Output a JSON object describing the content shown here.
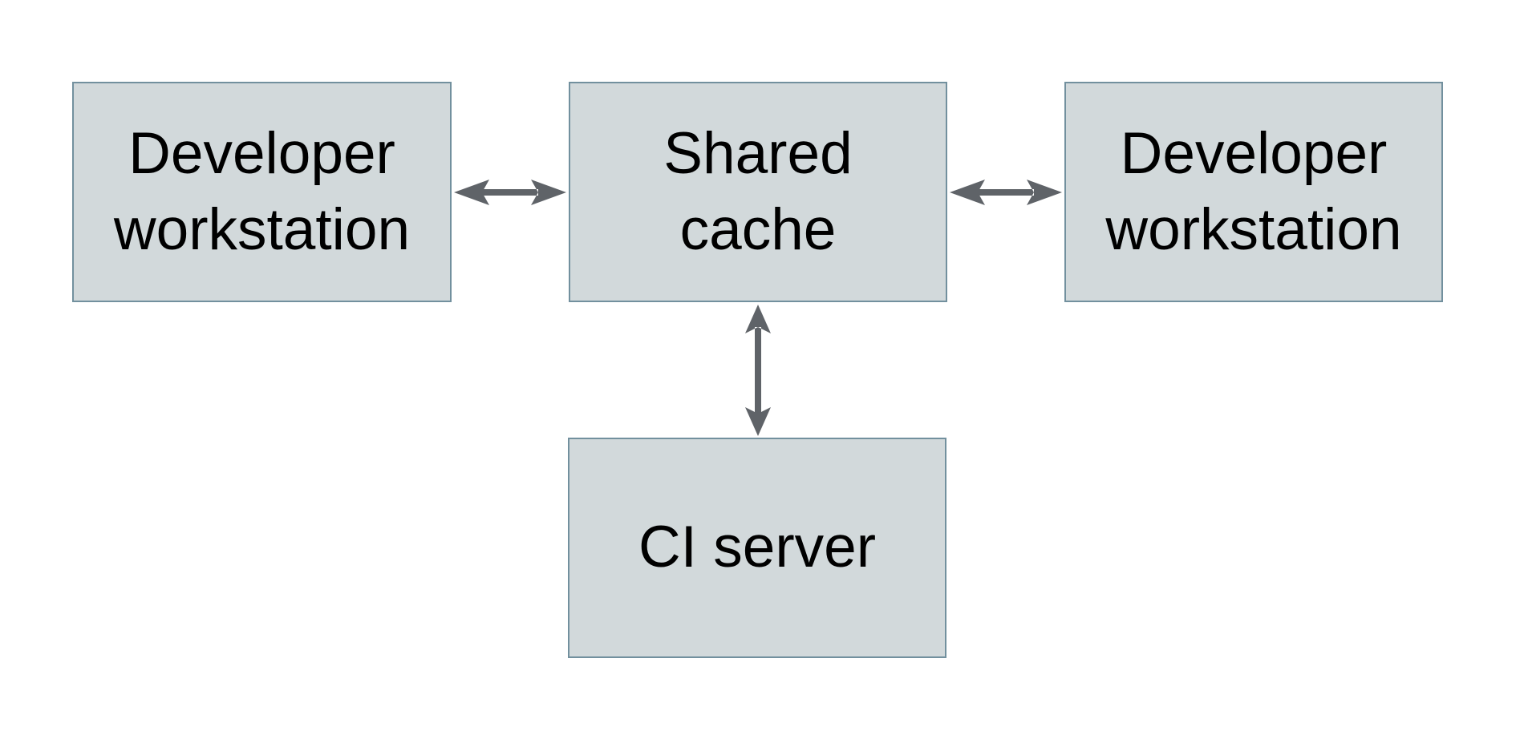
{
  "diagram": {
    "nodes": [
      {
        "id": "developer-workstation-left",
        "label": "Developer\nworkstation"
      },
      {
        "id": "shared-cache",
        "label": "Shared\ncache"
      },
      {
        "id": "developer-workstation-right",
        "label": "Developer\nworkstation"
      },
      {
        "id": "ci-server",
        "label": "CI server"
      }
    ],
    "edges": [
      {
        "from": "developer-workstation-left",
        "to": "shared-cache",
        "type": "bidirectional-arrow"
      },
      {
        "from": "shared-cache",
        "to": "developer-workstation-right",
        "type": "bidirectional-arrow"
      },
      {
        "from": "shared-cache",
        "to": "ci-server",
        "type": "bidirectional-arrow"
      }
    ]
  },
  "colors": {
    "background": "#ffffff",
    "node_fill": "#d2d9db",
    "node_border": "#72909e",
    "arrow": "#5f6368",
    "text": "#000000"
  }
}
